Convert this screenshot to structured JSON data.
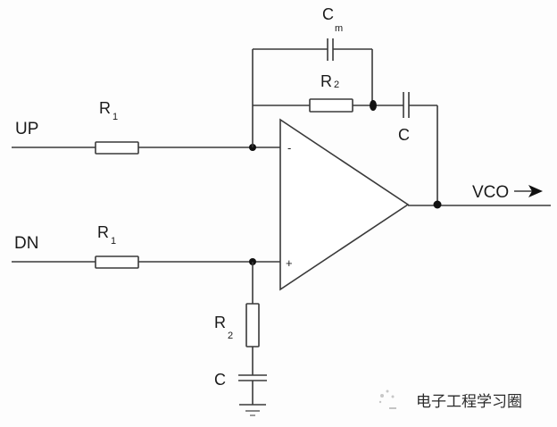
{
  "diagram": {
    "type": "op-amp loop filter schematic",
    "inputs": {
      "up": "UP",
      "dn": "DN"
    },
    "output": {
      "label": "VCO",
      "arrow": "right-arrow"
    },
    "components": {
      "r1_up": {
        "name": "R",
        "sub": "1"
      },
      "r1_dn": {
        "name": "R",
        "sub": "1"
      },
      "cm": {
        "name": "C",
        "sub": "m"
      },
      "r2_feedback": {
        "name": "R",
        "sub": "2"
      },
      "c_feedback": {
        "name": "C"
      },
      "r2_ground": {
        "name": "R",
        "sub": "2"
      },
      "c_ground": {
        "name": "C"
      }
    },
    "opamp": {
      "minus": "-",
      "plus": "+"
    }
  },
  "watermark": {
    "text": "电子工程学习圈",
    "icon": "wechat-logo-icon"
  }
}
